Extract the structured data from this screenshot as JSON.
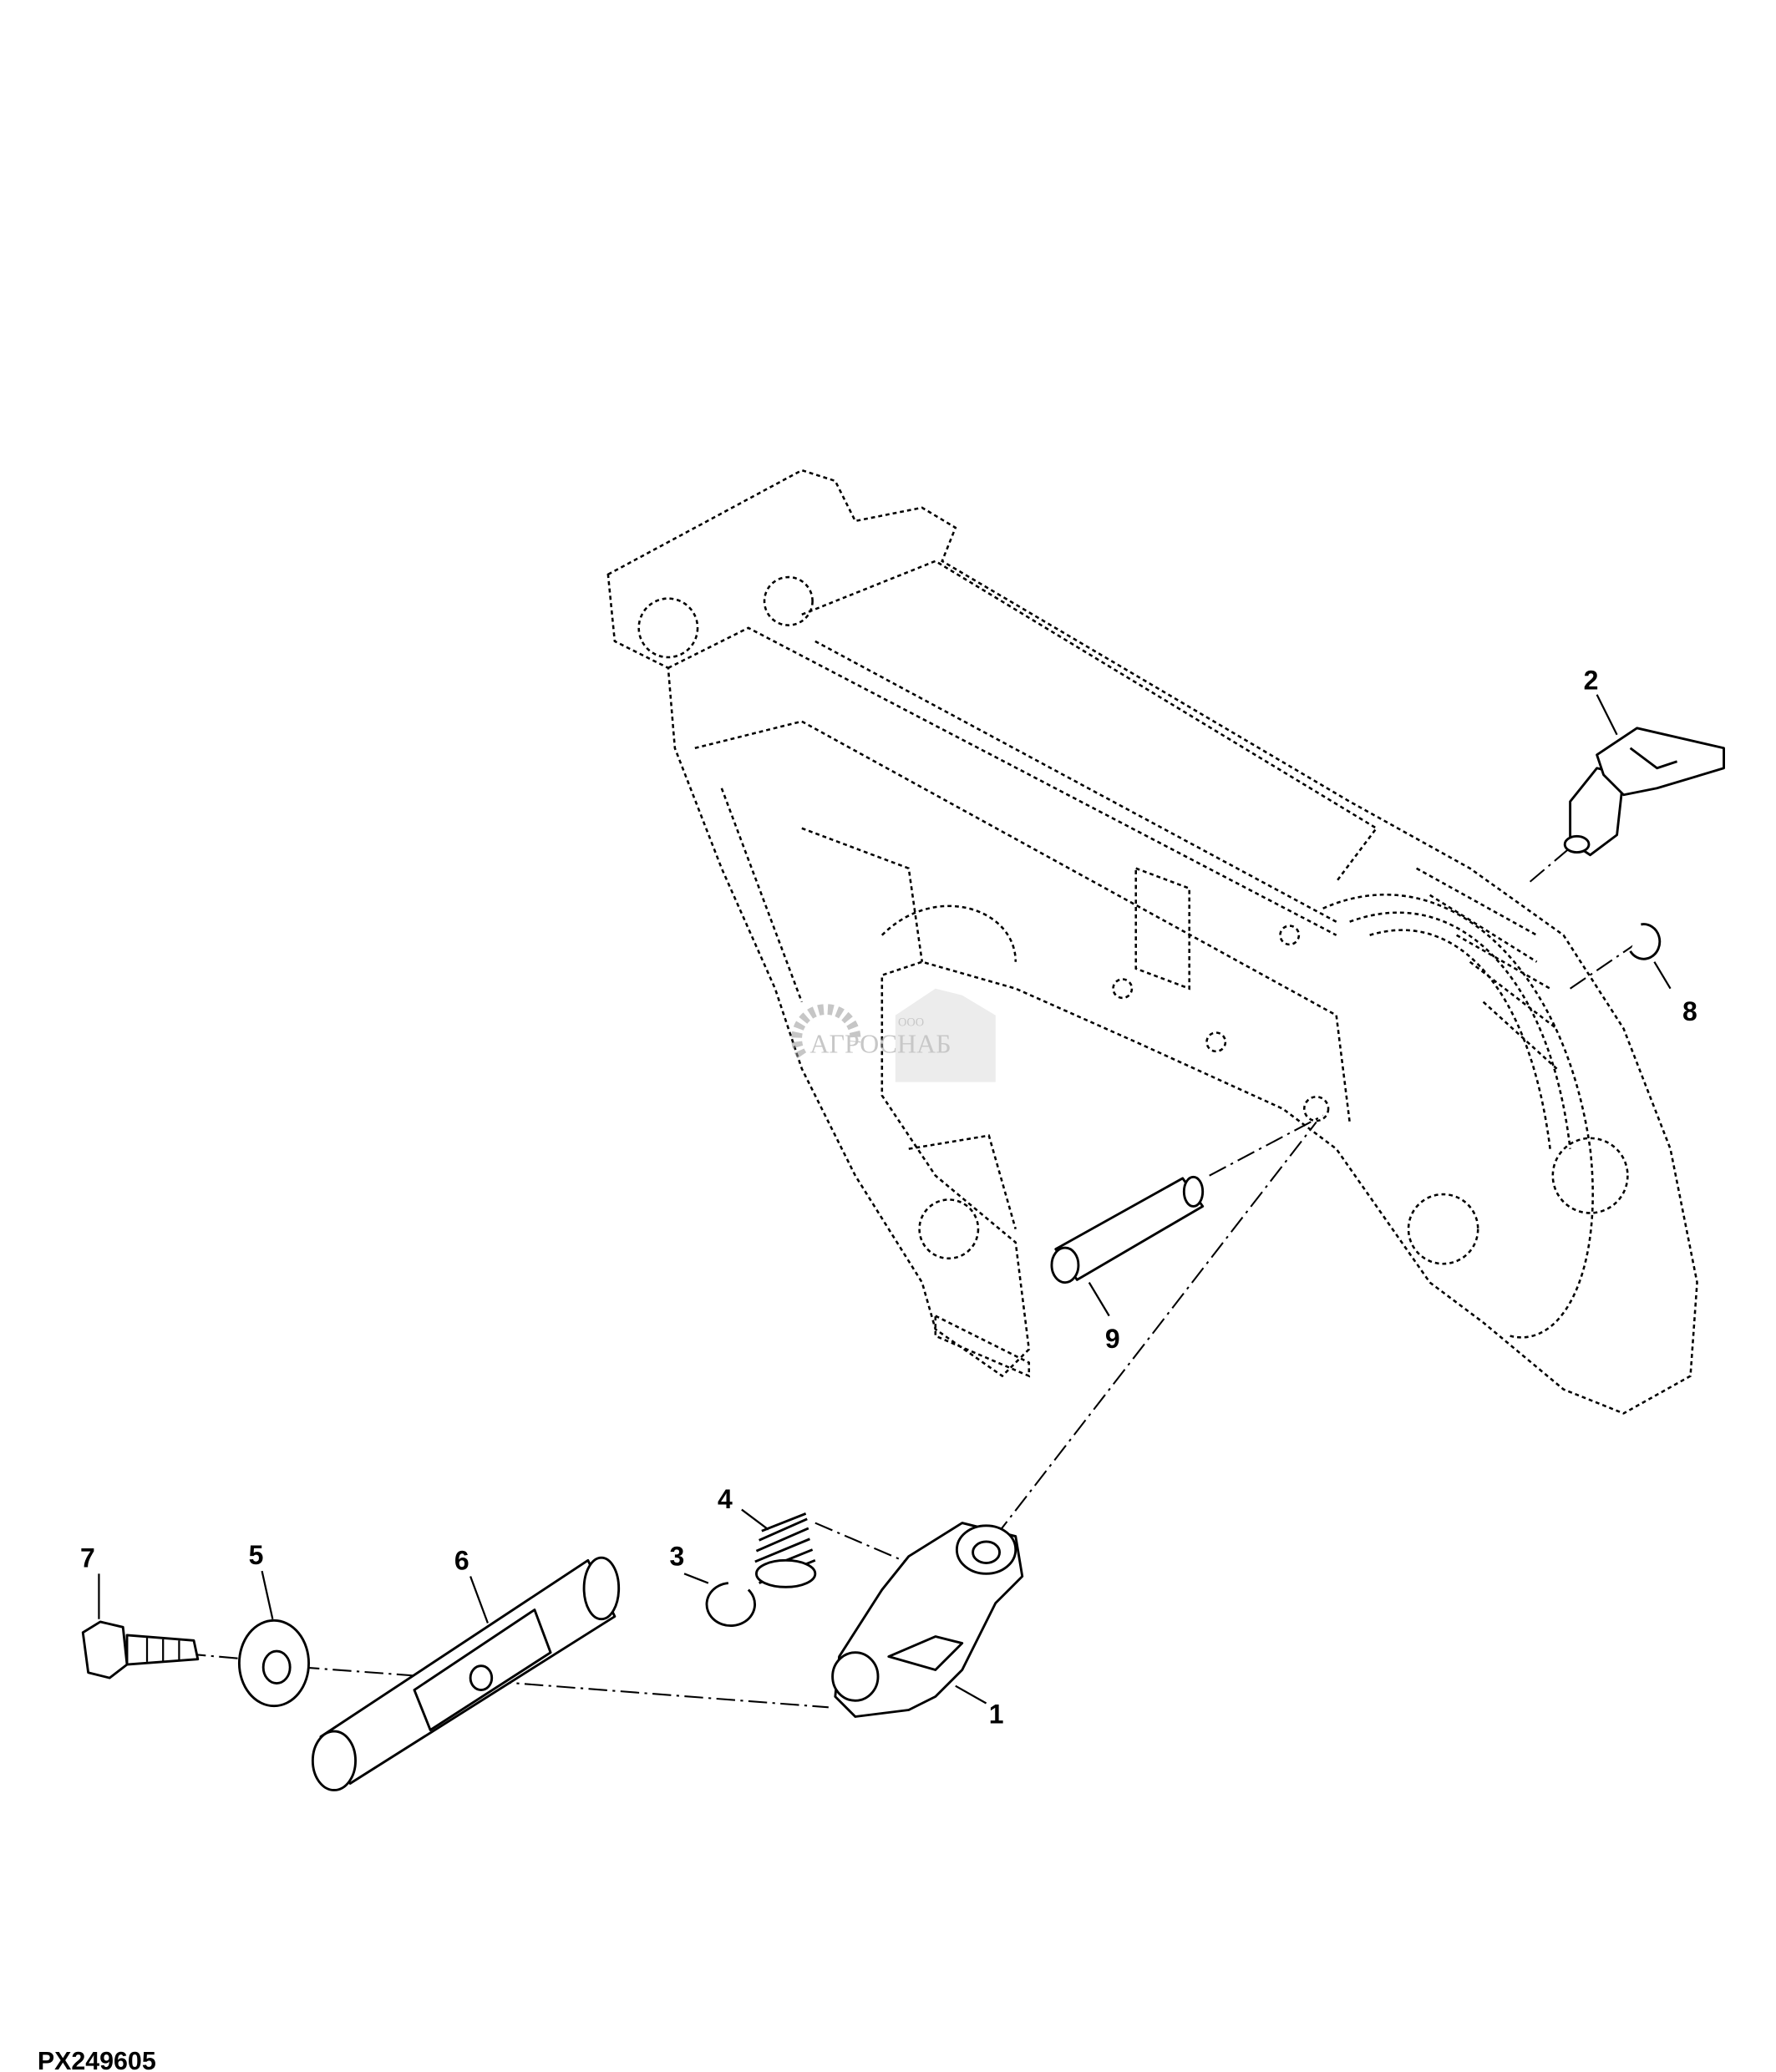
{
  "diagram": {
    "figure_id": "PX249605",
    "watermark": {
      "prefix": "ООО",
      "name": "АГРОСНАБ"
    },
    "callouts": [
      {
        "id": "1",
        "label": "1"
      },
      {
        "id": "2",
        "label": "2"
      },
      {
        "id": "3",
        "label": "3"
      },
      {
        "id": "4",
        "label": "4"
      },
      {
        "id": "5",
        "label": "5"
      },
      {
        "id": "6",
        "label": "6"
      },
      {
        "id": "7",
        "label": "7"
      },
      {
        "id": "8",
        "label": "8"
      },
      {
        "id": "9",
        "label": "9"
      }
    ]
  }
}
